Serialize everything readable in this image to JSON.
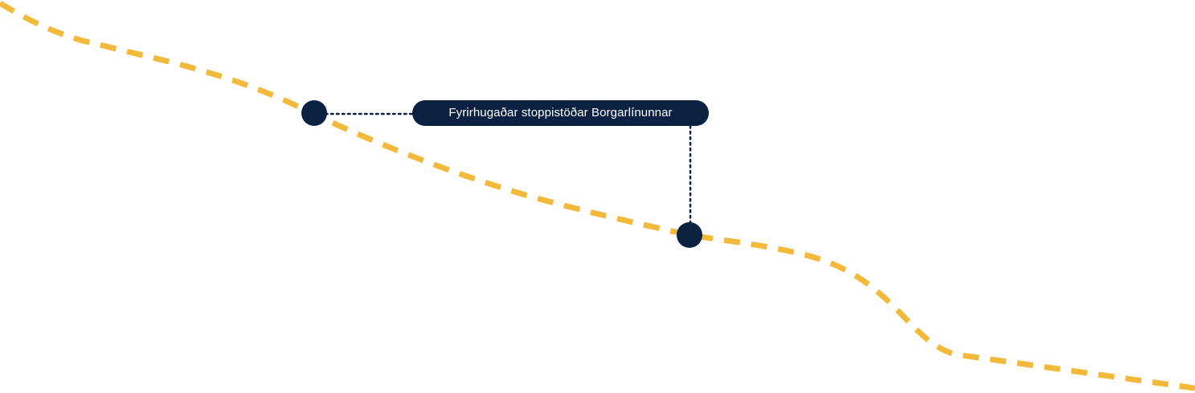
{
  "legend": {
    "label": "Fyrirhugaðar stoppistöðar Borgarlínunnar"
  },
  "colors": {
    "route": "#f2b93b",
    "stop": "#0b2142",
    "label_background": "#0b2142",
    "label_text": "#ffffff",
    "background": "#ffffff"
  },
  "elements": {
    "route_style": "dashed-line",
    "stop_marker_icon": "filled-circle",
    "stop_count": 2
  }
}
